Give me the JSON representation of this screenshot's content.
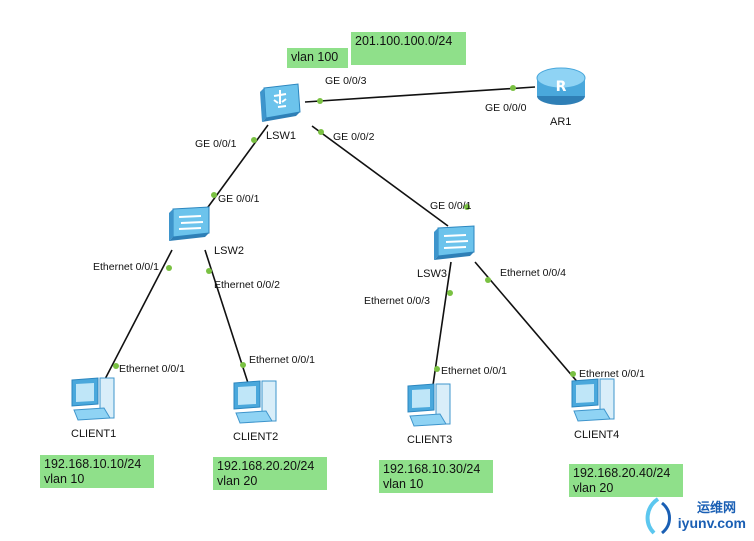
{
  "notes": {
    "wan_network": "201.100.100.0/24",
    "lsw1_vlan": "vlan 100",
    "client1": "192.168.10.10/24\nvlan 10",
    "client2": "192.168.20.20/24\nvlan 20",
    "client3": "192.168.10.30/24\nvlan 10",
    "client4": "192.168.20.40/24\nvlan 20"
  },
  "devices": {
    "lsw1": "LSW1",
    "lsw2": "LSW2",
    "lsw3": "LSW3",
    "ar1": "AR1",
    "client1": "CLIENT1",
    "client2": "CLIENT2",
    "client3": "CLIENT3",
    "client4": "CLIENT4"
  },
  "ports": {
    "lsw1_ge003": "GE 0/0/3",
    "ar1_ge000": "GE 0/0/0",
    "lsw1_ge001": "GE 0/0/1",
    "lsw1_ge002": "GE 0/0/2",
    "lsw2_ge001": "GE 0/0/1",
    "lsw3_ge001": "GE 0/0/1",
    "lsw2_eth001": "Ethernet 0/0/1",
    "lsw2_eth002": "Ethernet 0/0/2",
    "lsw3_eth003": "Ethernet 0/0/3",
    "lsw3_eth004": "Ethernet 0/0/4",
    "client1_eth001": "Ethernet 0/0/1",
    "client2_eth001": "Ethernet 0/0/1",
    "client3_eth001": "Ethernet 0/0/1",
    "client4_eth001": "Ethernet 0/0/1"
  },
  "watermark": {
    "line1": "运维网",
    "line2": "iyunv.com"
  },
  "colors": {
    "note_bg": "#8fe08a",
    "port_dot": "#7ac142",
    "device_blue": "#4aa8dc",
    "link": "#111111"
  }
}
